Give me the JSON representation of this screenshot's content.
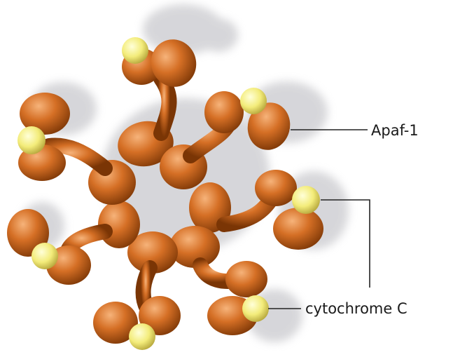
{
  "labels": {
    "protein": "Apaf-1",
    "cofactor": "cytochrome C"
  },
  "colors": {
    "protein_light": "#f2a261",
    "protein_mid": "#d06a22",
    "protein_dark": "#7a3505",
    "cofactor_light": "#ffffcc",
    "cofactor_mid": "#f3ec7a",
    "cofactor_dark": "#b4a53a",
    "shadow": "#cfcfd2"
  },
  "subunits": 7
}
